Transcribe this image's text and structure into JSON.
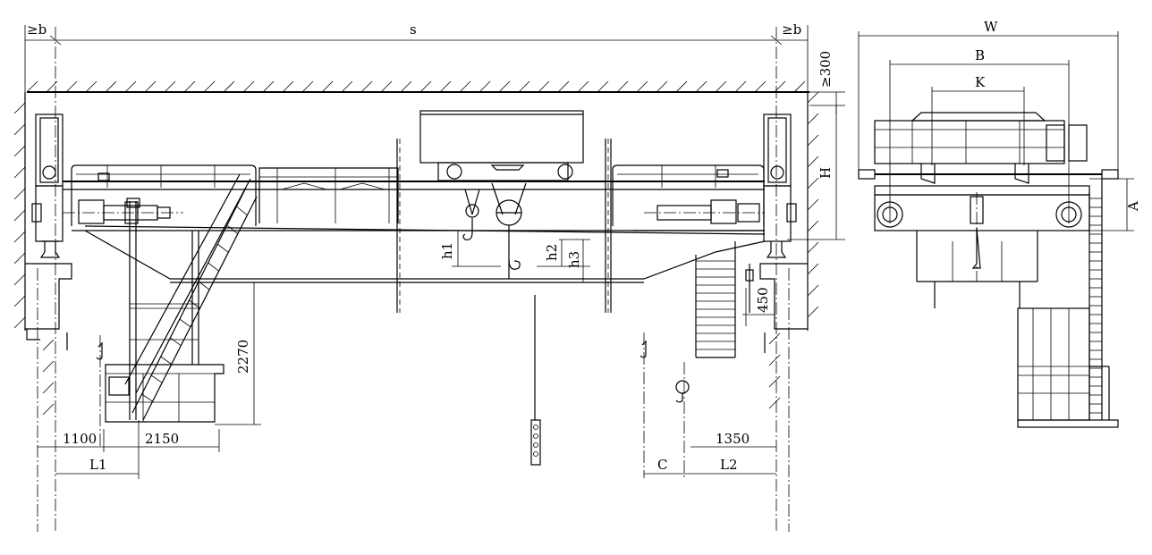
{
  "front_view": {
    "dim_b_left": "≥b",
    "dim_span": "s",
    "dim_b_right": "≥b",
    "dim_clearance_top": "≥300",
    "dim_height": "H",
    "dim_h1": "h1",
    "dim_h2": "h2",
    "dim_h3": "h3",
    "dim_450": "450",
    "dim_2270": "2270",
    "dim_1100": "1100",
    "dim_2150": "2150",
    "dim_1350": "1350",
    "dim_L1": "L1",
    "dim_C": "C",
    "dim_L2": "L2"
  },
  "side_view": {
    "dim_W": "W",
    "dim_B": "B",
    "dim_K": "K",
    "dim_A": "A"
  }
}
